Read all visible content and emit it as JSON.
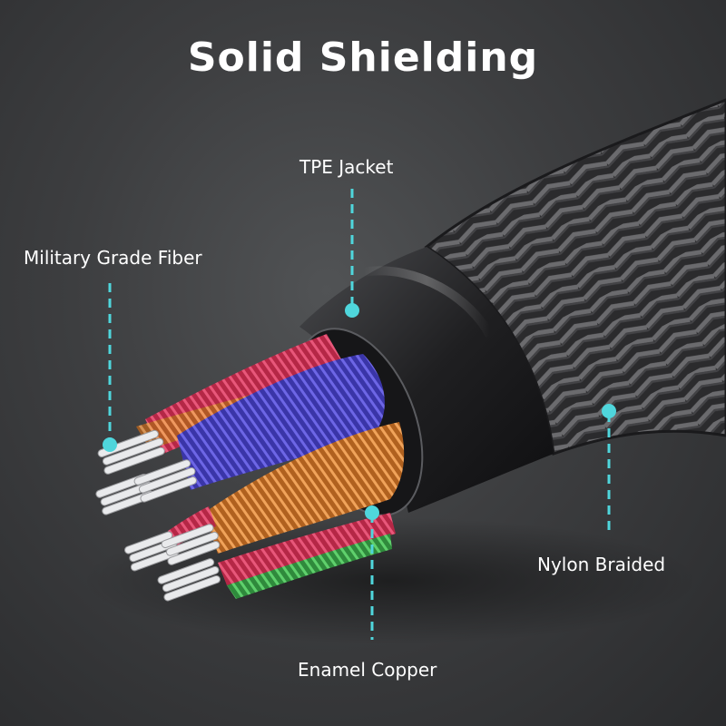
{
  "title": "Solid Shielding",
  "labels": {
    "tpe_jacket": "TPE Jacket",
    "military_fiber": "Military Grade Fiber",
    "nylon_braided": "Nylon Braided",
    "enamel_copper": "Enamel Copper"
  },
  "colors": {
    "accent": "#4fd6dc",
    "background": "#3d3e40",
    "text": "#ffffff"
  }
}
